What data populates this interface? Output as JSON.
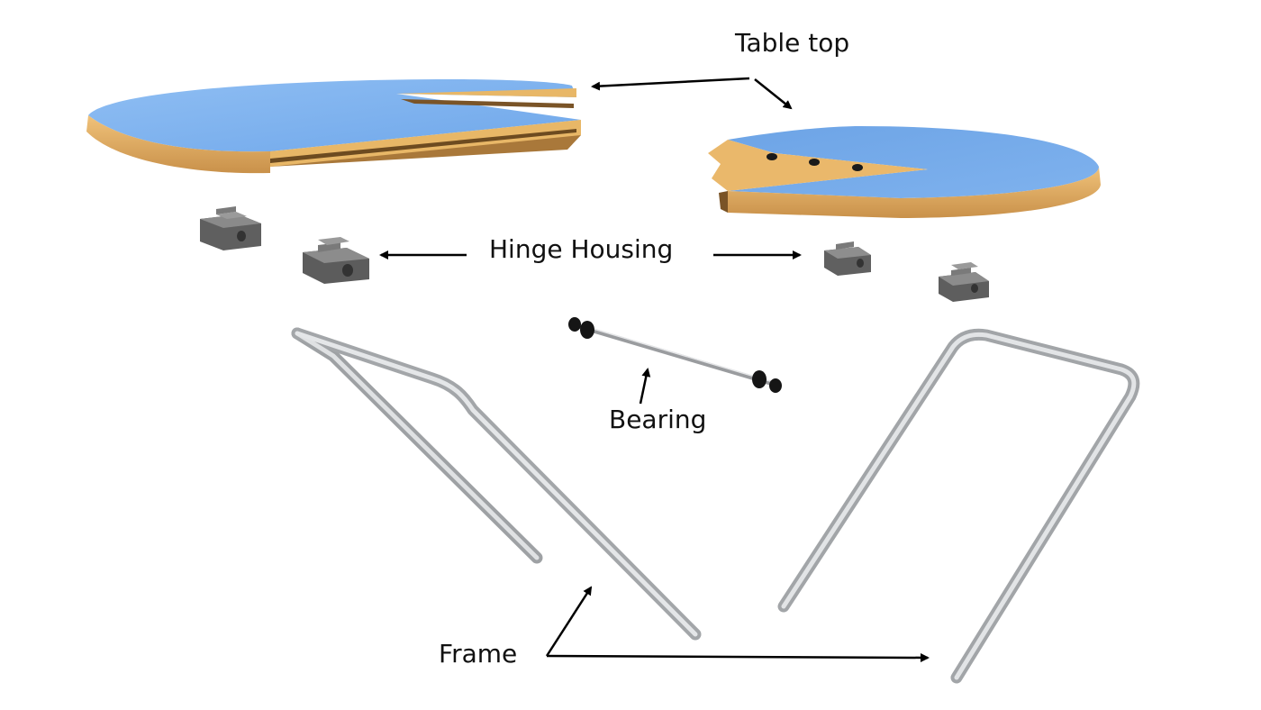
{
  "labels": {
    "table_top": "Table top",
    "hinge_housing": "Hinge Housing",
    "bearing": "Bearing",
    "frame": "Frame"
  },
  "colors": {
    "tabletop_surface": "#7fb3ef",
    "tabletop_edge": "#e6b466",
    "housing": "#6e6e6e",
    "frame_tube": "#c4c6c8",
    "bearing_cap": "#151515",
    "arrow": "#000000"
  }
}
